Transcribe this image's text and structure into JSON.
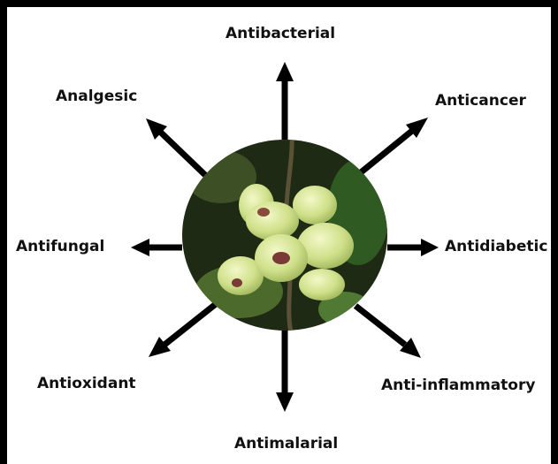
{
  "center": {
    "image": "rose-apple-fruit-cluster"
  },
  "properties": [
    {
      "id": "antibacterial",
      "label": "Antibacterial"
    },
    {
      "id": "anticancer",
      "label": "Anticancer"
    },
    {
      "id": "antidiabetic",
      "label": "Antidiabetic"
    },
    {
      "id": "anti-inflammatory",
      "label": "Anti-inflammatory"
    },
    {
      "id": "antimalarial",
      "label": "Antimalarial"
    },
    {
      "id": "antioxidant",
      "label": "Antioxidant"
    },
    {
      "id": "antifungal",
      "label": "Antifungal"
    },
    {
      "id": "analgesic",
      "label": "Analgesic"
    }
  ],
  "colors": {
    "arrow": "#000000",
    "border": "#000000",
    "background": "#ffffff"
  }
}
